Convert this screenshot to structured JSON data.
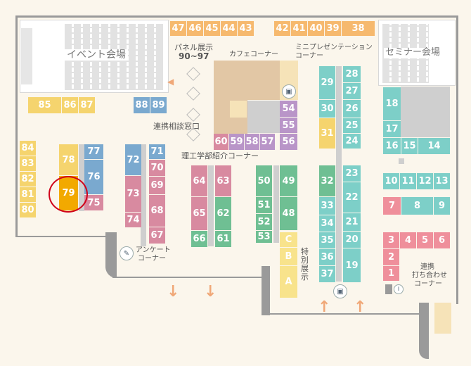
{
  "rooms": {
    "event_hall": "イベント会場",
    "seminar_hall": "セミナー会場"
  },
  "labels": {
    "panel": "パネル展示",
    "panel_range": "90~97",
    "cafe": "カフェコーナー",
    "mini_presentation_1": "ミニプレゼンテーション",
    "mini_presentation_2": "コーナー",
    "consult": "連携相談窓口",
    "science": "理工学部紹介コーナー",
    "survey_1": "アンケート",
    "survey_2": "コーナー",
    "special_1": "特",
    "special_2": "別",
    "special_3": "展",
    "special_4": "示",
    "meeting_1": "連携",
    "meeting_2": "打ち合わせ",
    "meeting_3": "コーナー",
    "info_mark": "i"
  },
  "colors": {
    "orange": "#f6b96e",
    "yellow": "#f5d46e",
    "blue": "#7aa9cf",
    "pink": "#d88aa0",
    "purple": "#b995c8",
    "green": "#6fbf93",
    "teal": "#7dcfc8",
    "red_pink": "#ef8f9b",
    "light_yellow": "#f8e38c",
    "highlight": "#f2a900",
    "circle": "#d0021b"
  },
  "booths": [
    {
      "id": "47",
      "c": "orange"
    },
    {
      "id": "46",
      "c": "orange"
    },
    {
      "id": "45",
      "c": "orange"
    },
    {
      "id": "44",
      "c": "orange"
    },
    {
      "id": "43",
      "c": "orange"
    },
    {
      "id": "42",
      "c": "orange"
    },
    {
      "id": "41",
      "c": "orange"
    },
    {
      "id": "40",
      "c": "orange"
    },
    {
      "id": "39",
      "c": "orange"
    },
    {
      "id": "38",
      "c": "orange"
    },
    {
      "id": "85",
      "c": "yellow"
    },
    {
      "id": "86",
      "c": "yellow"
    },
    {
      "id": "87",
      "c": "yellow"
    },
    {
      "id": "88",
      "c": "blue"
    },
    {
      "id": "89",
      "c": "blue"
    },
    {
      "id": "84",
      "c": "yellow"
    },
    {
      "id": "83",
      "c": "yellow"
    },
    {
      "id": "82",
      "c": "yellow"
    },
    {
      "id": "81",
      "c": "yellow"
    },
    {
      "id": "80",
      "c": "yellow"
    },
    {
      "id": "78",
      "c": "yellow"
    },
    {
      "id": "79",
      "c": "highlight"
    },
    {
      "id": "77",
      "c": "blue"
    },
    {
      "id": "76",
      "c": "blue"
    },
    {
      "id": "75",
      "c": "pink"
    },
    {
      "id": "72",
      "c": "blue"
    },
    {
      "id": "73",
      "c": "pink"
    },
    {
      "id": "74",
      "c": "pink"
    },
    {
      "id": "71",
      "c": "blue"
    },
    {
      "id": "70",
      "c": "pink"
    },
    {
      "id": "69",
      "c": "pink"
    },
    {
      "id": "68",
      "c": "pink"
    },
    {
      "id": "67",
      "c": "pink"
    },
    {
      "id": "64",
      "c": "pink"
    },
    {
      "id": "65",
      "c": "pink"
    },
    {
      "id": "66",
      "c": "green"
    },
    {
      "id": "63",
      "c": "pink"
    },
    {
      "id": "62",
      "c": "green"
    },
    {
      "id": "61",
      "c": "green"
    },
    {
      "id": "60",
      "c": "pink"
    },
    {
      "id": "59",
      "c": "purple"
    },
    {
      "id": "58",
      "c": "purple"
    },
    {
      "id": "57",
      "c": "purple"
    },
    {
      "id": "56",
      "c": "purple"
    },
    {
      "id": "54",
      "c": "purple"
    },
    {
      "id": "55",
      "c": "purple"
    },
    {
      "id": "50",
      "c": "green"
    },
    {
      "id": "51",
      "c": "green"
    },
    {
      "id": "52",
      "c": "green"
    },
    {
      "id": "53",
      "c": "green"
    },
    {
      "id": "49",
      "c": "green"
    },
    {
      "id": "48",
      "c": "green"
    },
    {
      "id": "C",
      "c": "light_yellow"
    },
    {
      "id": "B",
      "c": "light_yellow"
    },
    {
      "id": "A",
      "c": "light_yellow"
    },
    {
      "id": "29",
      "c": "teal"
    },
    {
      "id": "30",
      "c": "teal"
    },
    {
      "id": "31",
      "c": "yellow"
    },
    {
      "id": "28",
      "c": "teal"
    },
    {
      "id": "27",
      "c": "teal"
    },
    {
      "id": "26",
      "c": "teal"
    },
    {
      "id": "25",
      "c": "teal"
    },
    {
      "id": "24",
      "c": "teal"
    },
    {
      "id": "32",
      "c": "green"
    },
    {
      "id": "33",
      "c": "teal"
    },
    {
      "id": "34",
      "c": "teal"
    },
    {
      "id": "35",
      "c": "teal"
    },
    {
      "id": "36",
      "c": "teal"
    },
    {
      "id": "37",
      "c": "teal"
    },
    {
      "id": "23",
      "c": "teal"
    },
    {
      "id": "22",
      "c": "teal"
    },
    {
      "id": "21",
      "c": "teal"
    },
    {
      "id": "20",
      "c": "teal"
    },
    {
      "id": "19",
      "c": "teal"
    },
    {
      "id": "18",
      "c": "teal"
    },
    {
      "id": "17",
      "c": "teal"
    },
    {
      "id": "16",
      "c": "teal"
    },
    {
      "id": "15",
      "c": "teal"
    },
    {
      "id": "14",
      "c": "teal"
    },
    {
      "id": "10",
      "c": "teal"
    },
    {
      "id": "11",
      "c": "teal"
    },
    {
      "id": "12",
      "c": "teal"
    },
    {
      "id": "13",
      "c": "teal"
    },
    {
      "id": "7",
      "c": "red_pink"
    },
    {
      "id": "8",
      "c": "teal"
    },
    {
      "id": "9",
      "c": "teal"
    },
    {
      "id": "3",
      "c": "red_pink"
    },
    {
      "id": "4",
      "c": "red_pink"
    },
    {
      "id": "5",
      "c": "red_pink"
    },
    {
      "id": "6",
      "c": "red_pink"
    },
    {
      "id": "2",
      "c": "red_pink"
    },
    {
      "id": "1",
      "c": "red_pink"
    }
  ]
}
